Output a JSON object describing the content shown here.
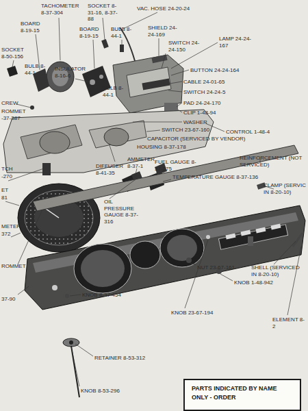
{
  "diagram": {
    "nodes": [
      {
        "text": [
          "PARTS INDICATED BY NAME ONLY - ORDER"
        ]
      }
    ],
    "labels": [
      "TACHOMETER 8-37-304",
      "SOCKET 8-31-16, 8-37-88",
      "VAC. HOSE 24-20-24",
      "BOARD 8-19-15",
      "BOARD 8-19-15",
      "BULB 8-44-1",
      "SHIELD 24-24-169",
      "SWITCH 24-24-150",
      "LAMP 24-24-167",
      "SOCKET 8-50-156",
      "BULB 8-44-1",
      "INSULATOR 8-16-6",
      "BULB 8-44-1",
      "BUTTON 24-24-164",
      "CABLE 24-01-65",
      "SWITCH 24-24-5",
      "PAD 24-24-170",
      "CLIP 1-48-94",
      "CREW",
      "ROMMET -37-387",
      "WASHER",
      "CONTROL 1-48-4",
      "SWITCH 23-67-160",
      "CAPACITOR (SERVICED BY VENDOR)",
      "HOUSING 8-37-178",
      "DIFFUSER 8-41-35",
      "AMMETER 8-37-1",
      "FUEL GAUGE 8-37-275",
      "REINFORCEMENT (NOT SERVICED)",
      "TEMPERATURE GAUGE 8-37-136",
      "TCH",
      "-270",
      "ET",
      "81",
      "OIL PRESSURE GAUGE 8-37-316",
      "CLAMP (SERVIC IN 8-20-10)",
      "METER",
      "372",
      "ROMMET",
      "SHELL (SERVICED IN 8-20-10)",
      "NUT 23-67-161",
      "KNOB 1-48-942",
      "ELEMENT 8-2",
      "KNOB 8-37-454",
      "37-90",
      "KNOB 23-67-194",
      "RETAINER 8-53-312",
      "KNOB 8-53-296"
    ]
  }
}
